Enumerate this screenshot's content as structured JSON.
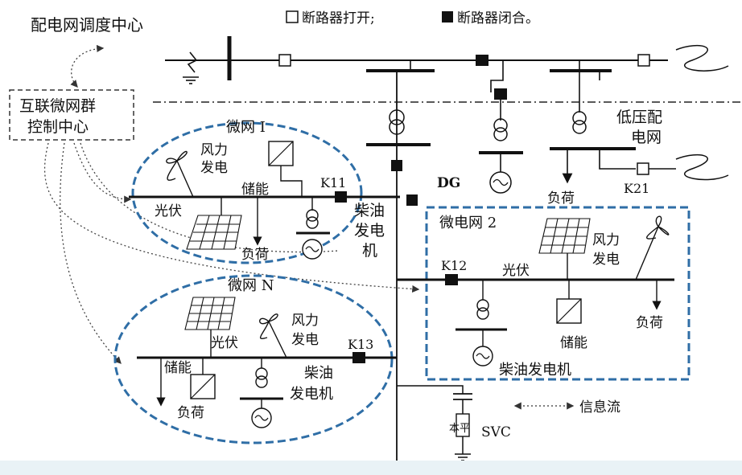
{
  "title": "配电网调度中心",
  "legend": {
    "open_label": "断路器打开;",
    "closed_label": "断路器闭合。",
    "info_flow_label": "信息流"
  },
  "interconnect_center": {
    "line1": "互联微网群",
    "line2": "控制中心"
  },
  "lv_network": {
    "line1": "低压配",
    "line2": "电网"
  },
  "dg_label": "DG",
  "load_label": "负荷",
  "k21_label": "K21",
  "svc_label": "SVC",
  "microgrid1": {
    "title": "微网 I",
    "wind_line1": "风力",
    "wind_line2": "发电",
    "storage": "储能",
    "switch": "K11",
    "pv": "光伏",
    "load": "负荷"
  },
  "diesel_left": {
    "c1": "柴油",
    "c2": "发电",
    "c3": "机"
  },
  "microgrid2": {
    "title": "微电网 2",
    "wind_line1": "风力",
    "wind_line2": "发电",
    "switch": "K12",
    "pv": "光伏",
    "storage": "储能",
    "load": "负荷",
    "diesel": "柴油发电机"
  },
  "microgridN": {
    "title": "微网 N",
    "wind_line1": "风力",
    "wind_line2": "发电",
    "pv": "光伏",
    "switch": "K13",
    "storage": "储能",
    "diesel_line1": "柴油",
    "diesel_line2": "发电机",
    "load": "负荷"
  },
  "colors": {
    "dashed_blue": "#2f6ea6",
    "line": "#111111"
  }
}
